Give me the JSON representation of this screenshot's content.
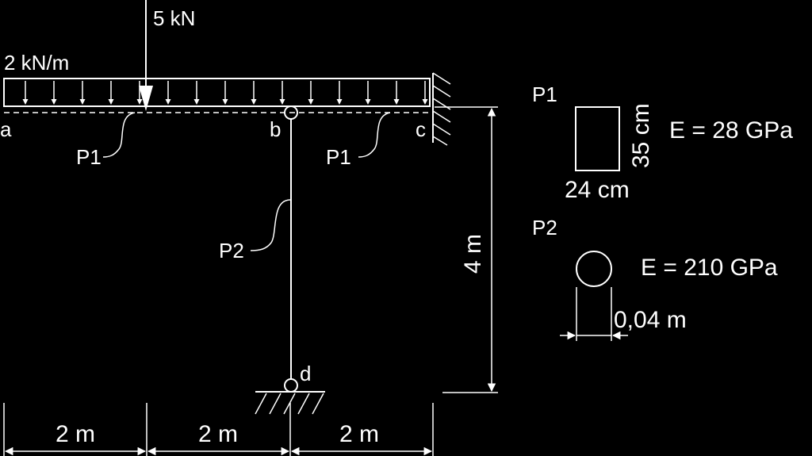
{
  "colors": {
    "background": "#000000",
    "stroke": "#ffffff"
  },
  "loads": {
    "point_load": "5 kN",
    "distributed_load": "2 kN/m"
  },
  "nodes": {
    "a": "a",
    "b": "b",
    "c": "c",
    "d": "d"
  },
  "members": {
    "beam_left": "P1",
    "beam_right": "P1",
    "column": "P2"
  },
  "dimensions": {
    "span1": "2 m",
    "span2": "2 m",
    "span3": "2 m",
    "height": "4 m"
  },
  "sections": {
    "p1": {
      "label": "P1",
      "width": "24 cm",
      "height": "35 cm",
      "modulus": "E = 28 GPa"
    },
    "p2": {
      "label": "P2",
      "diameter": "0,04 m",
      "modulus": "E = 210 GPa"
    }
  }
}
